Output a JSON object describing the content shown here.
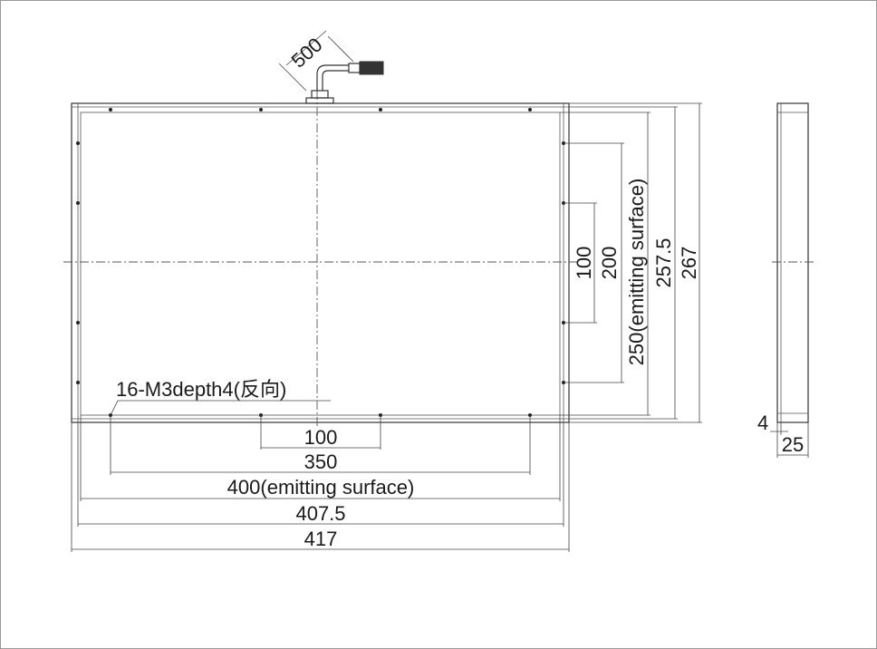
{
  "drawing": {
    "cable_length": "500",
    "hole_note": "16-M3depth4(反向)",
    "horizontal_dims": {
      "hole_pitch_inner": "100",
      "hole_pitch_outer": "350",
      "emitting_width": "400(emitting surface)",
      "inner_width": "407.5",
      "overall_width": "417"
    },
    "vertical_dims": {
      "hole_pitch_inner": "100",
      "hole_pitch_outer": "200",
      "emitting_height": "250(emitting surface)",
      "inner_height": "257.5",
      "overall_height": "267"
    },
    "side_view": {
      "front_thickness": "4",
      "overall_depth": "25"
    }
  }
}
